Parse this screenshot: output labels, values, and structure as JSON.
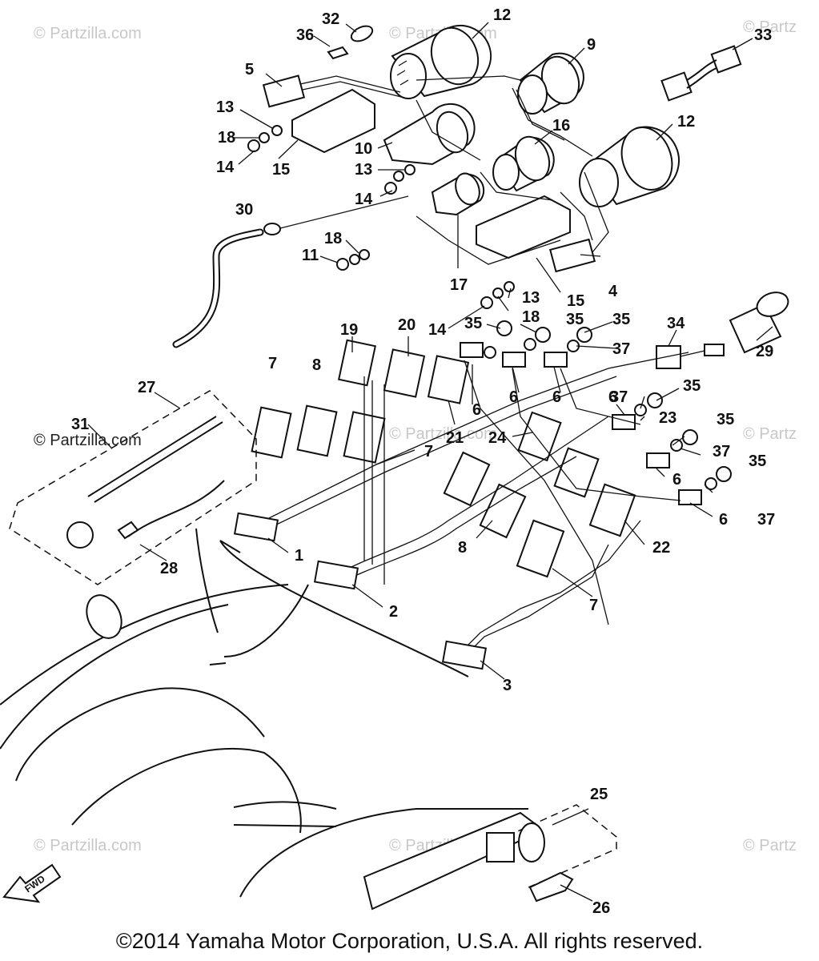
{
  "watermarks": [
    {
      "text": "© Partzilla.com",
      "style": "light"
    },
    {
      "text": "© Partzilla.com",
      "style": "light"
    },
    {
      "text": "© Partz",
      "style": "light"
    },
    {
      "text": "© Partzilla.com",
      "style": "dark"
    },
    {
      "text": "© Partzilla.com",
      "style": "light"
    },
    {
      "text": "© Partz",
      "style": "light"
    },
    {
      "text": "© Partzilla.com",
      "style": "light"
    },
    {
      "text": "© Partzilla.com",
      "style": "light"
    },
    {
      "text": "© Partz",
      "style": "light"
    }
  ],
  "callouts": [
    "1",
    "2",
    "3",
    "4",
    "5",
    "6",
    "6",
    "6",
    "6",
    "6",
    "6",
    "7",
    "7",
    "7",
    "8",
    "8",
    "9",
    "10",
    "11",
    "12",
    "12",
    "13",
    "13",
    "13",
    "14",
    "14",
    "14",
    "15",
    "15",
    "16",
    "17",
    "18",
    "18",
    "18",
    "19",
    "20",
    "21",
    "22",
    "23",
    "24",
    "25",
    "26",
    "27",
    "28",
    "29",
    "30",
    "31",
    "32",
    "33",
    "34",
    "35",
    "35",
    "35",
    "35",
    "35",
    "35",
    "36",
    "37",
    "37",
    "37",
    "37"
  ],
  "fwd_label": "FWD",
  "copyright": "©2014  Yamaha Motor Corporation, U.S.A. All rights reserved."
}
